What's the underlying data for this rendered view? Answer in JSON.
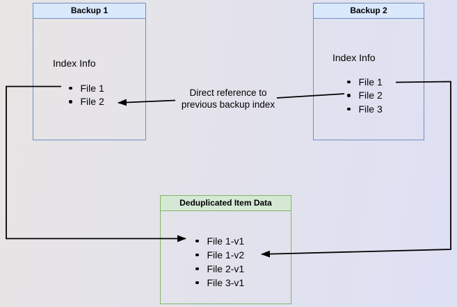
{
  "boxes": {
    "backup1": {
      "title": "Backup 1",
      "body_label": "Index Info",
      "items": [
        "File 1",
        "File 2"
      ]
    },
    "backup2": {
      "title": "Backup 2",
      "body_label": "Index Info",
      "items": [
        "File 1",
        "File 2",
        "File 3"
      ]
    },
    "dedup": {
      "title": "Deduplicated Item Data",
      "items": [
        "File 1-v1",
        "File 1-v2",
        "File 2-v1",
        "File 3-v1"
      ]
    }
  },
  "annotation": {
    "line1": "Direct reference to",
    "line2": "previous backup index"
  },
  "colors": {
    "page_bg_left": "#e8e5e4",
    "page_bg_right": "#dee0f4",
    "blue_header_fill": "#dae8fc",
    "blue_border": "#6c8ebf",
    "green_header_fill": "#d5e8d4",
    "green_border": "#82b366",
    "arrow": "#000000",
    "text": "#000000"
  }
}
